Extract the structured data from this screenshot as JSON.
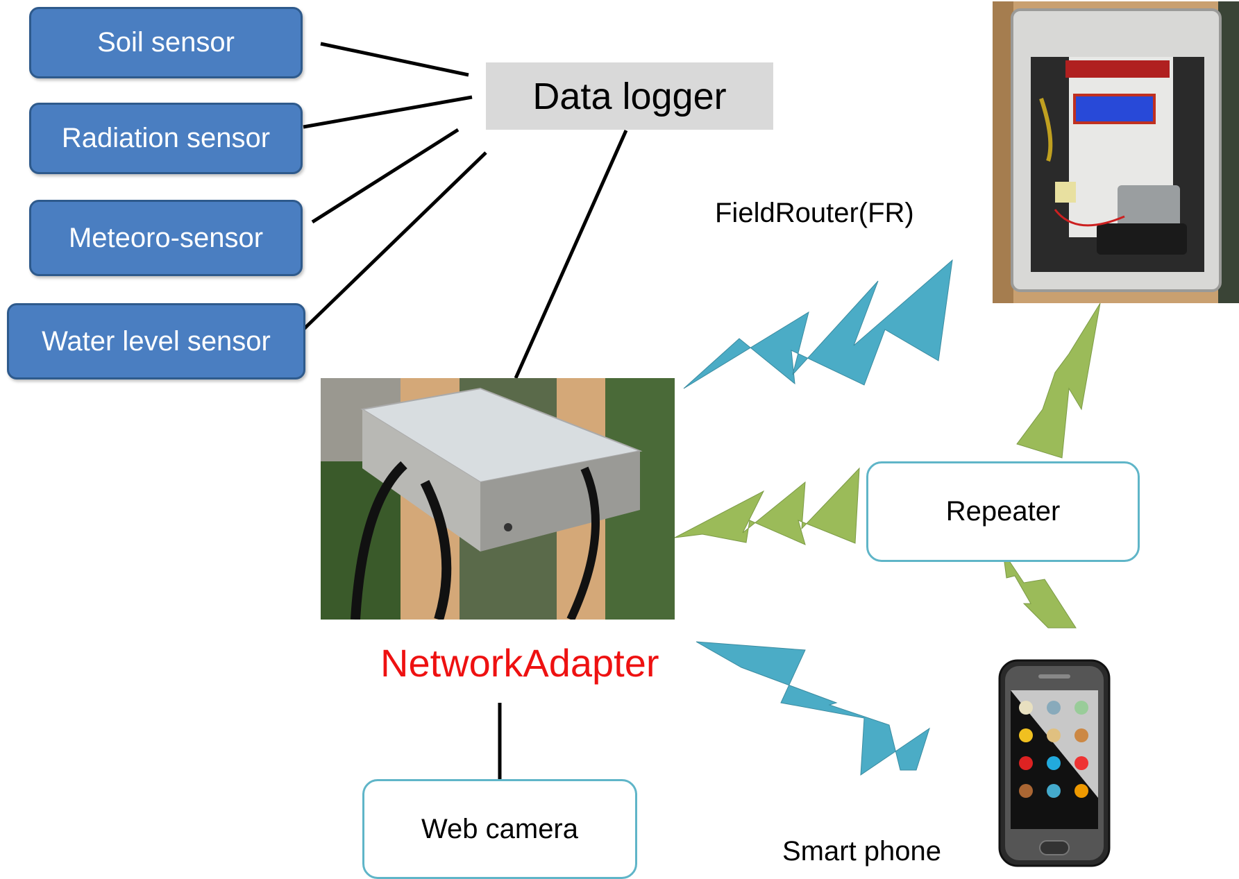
{
  "sensors": {
    "soil": "Soil sensor",
    "radiation": "Radiation sensor",
    "meteoro": "Meteoro-sensor",
    "water_level": "Water level sensor"
  },
  "data_logger": "Data logger",
  "field_router": "FieldRouter(FR)",
  "network_adapter": "NetworkAdapter",
  "repeater": "Repeater",
  "web_camera": "Web camera",
  "smart_phone": "Smart phone",
  "colors": {
    "sensor_fill": "#4a7ec1",
    "sensor_border": "#2e5a8c",
    "box_border": "#5fb5c8",
    "logger_fill": "#d9d9d9",
    "network_adapter_text": "#ee1111",
    "wireless_blue": "#4bacc6",
    "wireless_green": "#9bbb59"
  },
  "icons": [
    "field-router-photo",
    "network-adapter-photo",
    "smartphone-icon"
  ]
}
